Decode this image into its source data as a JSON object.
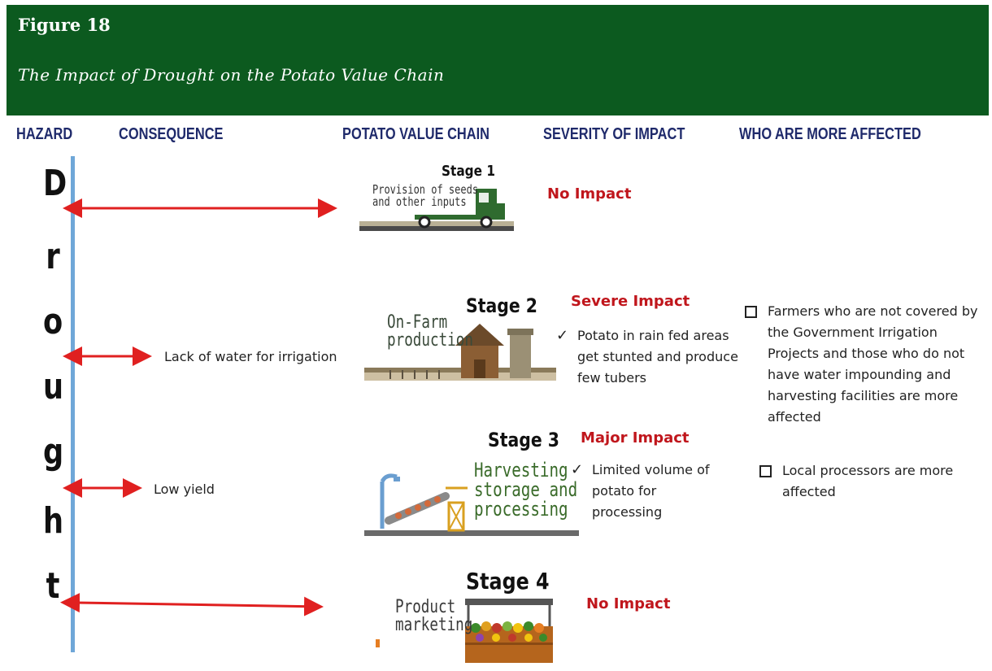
{
  "figure": {
    "number": "Figure 18",
    "title": "The Impact of Drought on the Potato Value Chain"
  },
  "headers": {
    "hazard": "HAZARD",
    "consequence": "CONSEQUENCE",
    "value_chain": "POTATO VALUE CHAIN",
    "severity": "SEVERITY OF IMPACT",
    "affected": "WHO ARE MORE AFFECTED"
  },
  "hazard_letters": [
    "D",
    "r",
    "o",
    "u",
    "g",
    "h",
    "t"
  ],
  "consequences": {
    "stage2": "Lack of water for irrigation",
    "stage3": "Low yield"
  },
  "stages": [
    {
      "label": "Stage 1",
      "illustration_text": [
        "Provision of seeds",
        "and other inputs"
      ],
      "severity": "No Impact",
      "detail": "",
      "affected": ""
    },
    {
      "label": "Stage 2",
      "illustration_text": [
        "On-Farm",
        "production"
      ],
      "severity": "Severe Impact",
      "detail": "Potato in rain fed areas get stunted and produce few tubers",
      "affected": "Farmers who are not covered by the Government Irrigation Projects and those who do not have water impounding and harvesting  facilities are more affected"
    },
    {
      "label": "Stage 3",
      "illustration_text": [
        "Harvesting",
        "storage and",
        "processing"
      ],
      "severity": "Major Impact",
      "detail": "Limited volume of potato for processing",
      "affected": "Local processors are more affected"
    },
    {
      "label": "Stage 4",
      "illustration_text": [
        "Product",
        "marketing"
      ],
      "severity": "No Impact",
      "detail": "",
      "affected": ""
    }
  ],
  "check_mark": "✓",
  "colors": {
    "banner": "#0c5a1f",
    "header_text": "#1f2a6b",
    "severity_red": "#c0161c",
    "hazard_line": "#6fa7d8",
    "arrow": "#e02020"
  }
}
